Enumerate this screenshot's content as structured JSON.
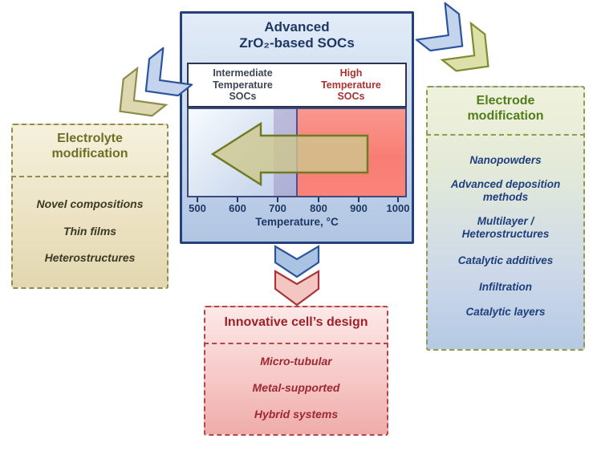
{
  "central": {
    "title": "Advanced\nZrO₂-based SOCs",
    "intermediate_label": "Intermediate\nTemperature\nSOCs",
    "high_label": "High\nTemperature\nSOCs",
    "axis_ticks": [
      "500",
      "600",
      "700",
      "800",
      "900",
      "1000"
    ],
    "axis_label": "Temperature, °C"
  },
  "electrolyte_box": {
    "title": "Electrolyte\nmodification",
    "items": [
      "Novel compositions",
      "Thin films",
      "Heterostructures"
    ]
  },
  "electrode_box": {
    "title": "Electrode\nmodification",
    "items": [
      "Nanopowders",
      "Advanced deposition\nmethods",
      "Multilayer /\nHeterostructures",
      "Catalytic additives",
      "Infiltration",
      "Catalytic layers"
    ]
  },
  "design_box": {
    "title": "Innovative cell’s design",
    "items": [
      "Micro-tubular",
      "Metal-supported",
      "Hybrid systems"
    ]
  },
  "colors": {
    "navy_title": "#1e3864",
    "intermediate_text": "#3d4654",
    "high_temp_text": "#a83230",
    "electrolyte_accent": "#6e6e24",
    "electrode_accent": "#527d1b",
    "design_accent": "#9e2028",
    "red_zone": "#f87e74",
    "arrow_fill": "#cec78d",
    "arrow_stroke": "#6f7b24",
    "chevron_blue": "#c3d4ec",
    "chevron_olive": "#dde0a8",
    "chevron_pink": "#f3c6c2"
  }
}
